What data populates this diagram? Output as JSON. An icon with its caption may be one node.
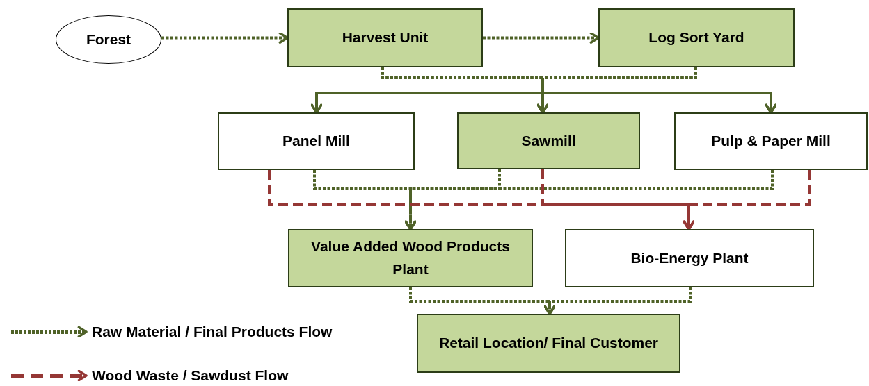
{
  "diagram": {
    "nodes": [
      {
        "text": [
          "Forest"
        ]
      },
      {
        "text": [
          "Harvest Unit"
        ]
      },
      {
        "text": [
          "Log Sort Yard"
        ]
      },
      {
        "text": [
          "Panel Mill"
        ]
      },
      {
        "text": [
          "Sawmill"
        ]
      },
      {
        "text": [
          "Pulp & Paper Mill"
        ]
      },
      {
        "text": [
          "Value Added Wood Products Plant"
        ]
      },
      {
        "text": [
          "Bio-Energy Plant"
        ]
      },
      {
        "text": [
          "Retail Location/ Final Customer"
        ]
      }
    ],
    "edges": [
      {
        "from": 0,
        "to": 1,
        "arrow": "to"
      },
      {
        "from": 1,
        "to": 2,
        "arrow": "to"
      },
      {
        "from": 1,
        "to": 3,
        "arrow": "to"
      },
      {
        "from": 1,
        "to": 4,
        "arrow": "to"
      },
      {
        "from": 1,
        "to": 5,
        "arrow": "to"
      },
      {
        "from": 2,
        "to": 3,
        "arrow": "to"
      },
      {
        "from": 2,
        "to": 4,
        "arrow": "to"
      },
      {
        "from": 2,
        "to": 5,
        "arrow": "to"
      },
      {
        "from": 3,
        "to": 6,
        "arrow": "to"
      },
      {
        "from": 4,
        "to": 6,
        "arrow": "to"
      },
      {
        "from": 5,
        "to": 6,
        "arrow": "to"
      },
      {
        "from": 3,
        "to": 7,
        "arrow": "to",
        "style": "dashed",
        "color": "#953735"
      },
      {
        "from": 4,
        "to": 7,
        "arrow": "to",
        "style": "dashed",
        "color": "#953735"
      },
      {
        "from": 5,
        "to": 7,
        "arrow": "to",
        "style": "dashed",
        "color": "#953735"
      },
      {
        "from": 6,
        "to": 8,
        "arrow": "to"
      },
      {
        "from": 7,
        "to": 8,
        "arrow": "to"
      }
    ],
    "legend": [
      {
        "text": "Raw Material / Final Products Flow"
      },
      {
        "text": "Wood Waste / Sawdust Flow"
      }
    ]
  }
}
